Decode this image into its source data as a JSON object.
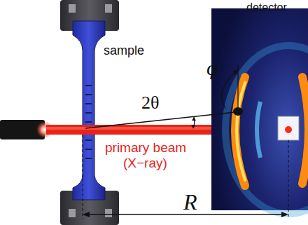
{
  "diagram": {
    "labels": [
      "detector",
      "sample",
      "2θ",
      "φ",
      "primary beam",
      "(X−ray)",
      "R"
    ]
  }
}
